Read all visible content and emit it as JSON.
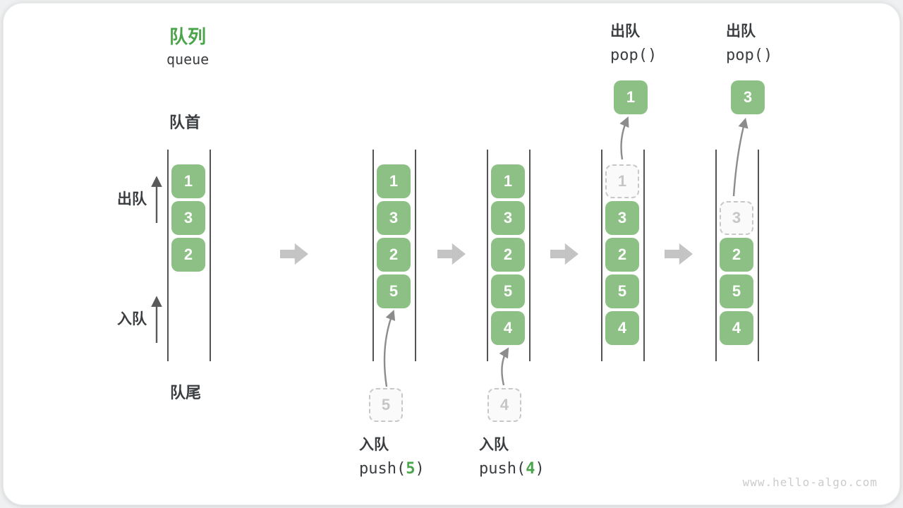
{
  "figure": {
    "title_zh": "队列",
    "title_en": "queue",
    "front_label": "队首",
    "rear_label": "队尾",
    "dequeue_label": "出队",
    "enqueue_label": "入队",
    "watermark": "www.hello-algo.com"
  },
  "colors": {
    "accent_green": "#4aa44a",
    "cell_green": "#8cc084",
    "cell_text": "#ffffff",
    "dashed_border": "#c8c8c8",
    "dashed_text": "#c6c6c6",
    "dark_text": "#3b3e40",
    "queue_line": "#535353",
    "block_arrow": "#c4c4c4",
    "curve_arrow": "#8c8c8c",
    "watermark_text": "#cbcbcb"
  },
  "queues": [
    {
      "name": "state-initial",
      "cells": [
        {
          "slot": 0,
          "value": "1",
          "state": "filled"
        },
        {
          "slot": 1,
          "value": "3",
          "state": "filled"
        },
        {
          "slot": 2,
          "value": "2",
          "state": "filled"
        }
      ]
    },
    {
      "name": "state-after-push-5",
      "cells": [
        {
          "slot": 0,
          "value": "1",
          "state": "filled"
        },
        {
          "slot": 1,
          "value": "3",
          "state": "filled"
        },
        {
          "slot": 2,
          "value": "2",
          "state": "filled"
        },
        {
          "slot": 3,
          "value": "5",
          "state": "filled"
        }
      ],
      "pending": {
        "value": "5"
      },
      "op": {
        "position": "below",
        "zh": "入队",
        "code_pre": "push(",
        "code_arg": "5",
        "code_post": ")"
      }
    },
    {
      "name": "state-after-push-4",
      "cells": [
        {
          "slot": 0,
          "value": "1",
          "state": "filled"
        },
        {
          "slot": 1,
          "value": "3",
          "state": "filled"
        },
        {
          "slot": 2,
          "value": "2",
          "state": "filled"
        },
        {
          "slot": 3,
          "value": "5",
          "state": "filled"
        },
        {
          "slot": 4,
          "value": "4",
          "state": "filled"
        }
      ],
      "pending": {
        "value": "4"
      },
      "op": {
        "position": "below",
        "zh": "入队",
        "code_pre": "push(",
        "code_arg": "4",
        "code_post": ")"
      }
    },
    {
      "name": "state-pop-1",
      "cells": [
        {
          "slot": 0,
          "value": "1",
          "state": "dashed"
        },
        {
          "slot": 1,
          "value": "3",
          "state": "filled"
        },
        {
          "slot": 2,
          "value": "2",
          "state": "filled"
        },
        {
          "slot": 3,
          "value": "5",
          "state": "filled"
        },
        {
          "slot": 4,
          "value": "4",
          "state": "filled"
        }
      ],
      "popped": {
        "value": "1"
      },
      "op": {
        "position": "above",
        "zh": "出队",
        "code_pre": "pop()",
        "code_arg": "",
        "code_post": ""
      }
    },
    {
      "name": "state-pop-3",
      "cells": [
        {
          "slot": 1,
          "value": "3",
          "state": "dashed"
        },
        {
          "slot": 2,
          "value": "2",
          "state": "filled"
        },
        {
          "slot": 3,
          "value": "5",
          "state": "filled"
        },
        {
          "slot": 4,
          "value": "4",
          "state": "filled"
        }
      ],
      "popped": {
        "value": "3"
      },
      "op": {
        "position": "above",
        "zh": "出队",
        "code_pre": "pop()",
        "code_arg": "",
        "code_post": ""
      }
    }
  ]
}
